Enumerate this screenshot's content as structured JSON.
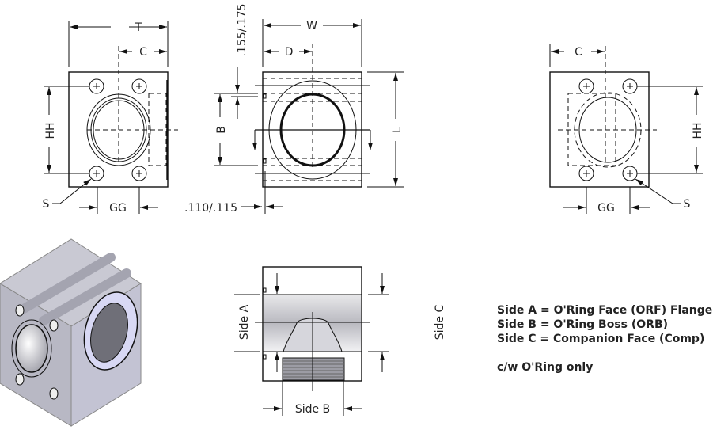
{
  "dimensions": {
    "T": "T",
    "C": "C",
    "W": "W",
    "D": "D",
    "HH": "HH",
    "L": "L",
    "B": "B",
    "S": "S",
    "GG": "GG",
    "oring_groove_depth": ".155/.175",
    "flange_offset": ".110/.115"
  },
  "section_labels": {
    "side_a": "Side A",
    "side_b": "Side B",
    "side_c": "Side C"
  },
  "legend": [
    "Side A = O'Ring Face (ORF) Flange",
    "Side B = O'Ring Boss (ORB)",
    "Side C = Companion Face (Comp)"
  ],
  "note": "c/w O'Ring only"
}
